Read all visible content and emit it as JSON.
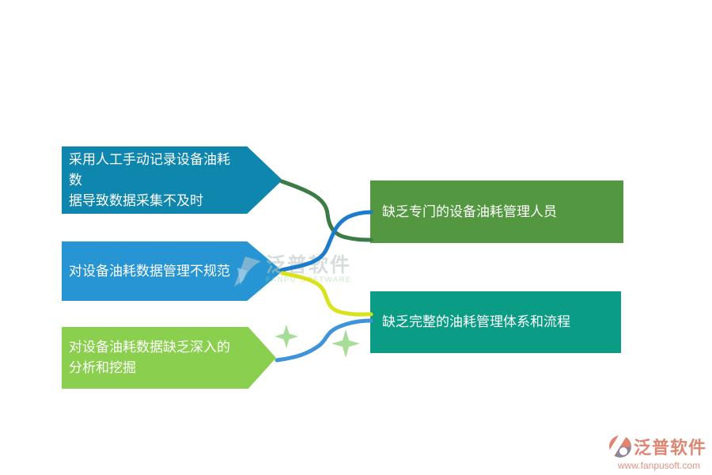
{
  "diagram": {
    "text_color": "#ffffff",
    "left_nodes": [
      {
        "label": "采用人工手动记录设备油耗数\n据导致数据采集不及时",
        "color": "#0e86ae"
      },
      {
        "label": "对设备油耗数据管理不规范",
        "color": "#2795d3"
      },
      {
        "label": "对设备油耗数据缺乏深入的\n分析和挖掘",
        "color": "#8bcf4f"
      }
    ],
    "right_nodes": [
      {
        "label": "缺乏专门的设备油耗管理人员",
        "color": "#539840"
      },
      {
        "label": "缺乏完整的油耗管理体系和流程",
        "color": "#0a9c85"
      }
    ],
    "connectors": [
      {
        "from": "left-0",
        "to": "right-0",
        "color": "#3b7b45"
      },
      {
        "from": "left-1",
        "to": "right-0",
        "color": "#1b7ccc"
      },
      {
        "from": "left-1",
        "to": "right-1",
        "color": "#d9e31d"
      },
      {
        "from": "left-2",
        "to": "right-1",
        "color": "#3f93d6"
      }
    ],
    "sparkle_color": "#a7dd97"
  },
  "watermark": {
    "title": "泛普软件",
    "subtitle": "FANPU SOFTWARE"
  },
  "footer": {
    "brand": "泛普软件",
    "url": "www.fanpusoft.com",
    "accent": "#dd8672"
  }
}
